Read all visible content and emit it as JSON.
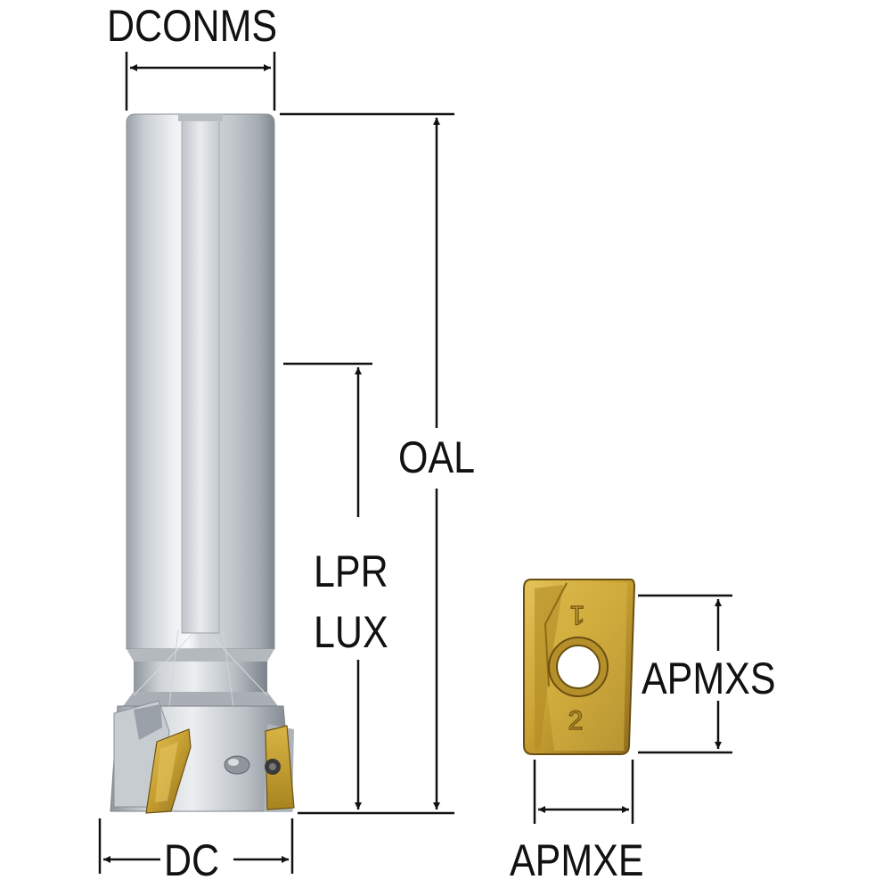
{
  "labels": {
    "dconms": "DCONMS",
    "oal": "OAL",
    "lpr": "LPR",
    "lux": "LUX",
    "apmxs": "APMXS",
    "dc": "DC",
    "apmxe": "APMXE"
  },
  "insert_markings": {
    "top": "1",
    "bottom": "2"
  },
  "colors": {
    "line": "#111111",
    "shank_light": "#e6e9ec",
    "shank_dark": "#8d949c",
    "insert_gold": "#c9a233",
    "insert_dark": "#7a5c14"
  }
}
